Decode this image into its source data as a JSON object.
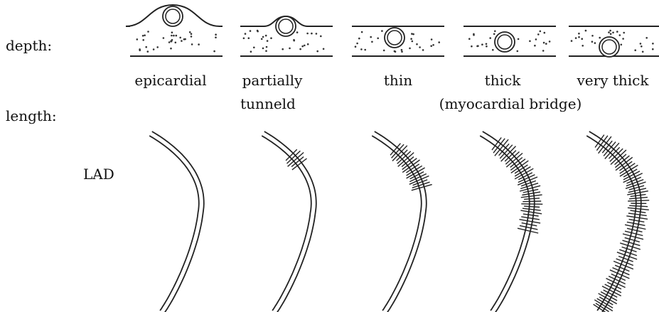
{
  "row_labels": {
    "depth": "depth:",
    "length": "length:"
  },
  "vessel_label": "LAD",
  "categories": [
    {
      "line1": "epicardial",
      "line2": ""
    },
    {
      "line1": "partially",
      "line2": "tunneld"
    },
    {
      "line1": "thin",
      "line2": ""
    },
    {
      "line1": "thick",
      "line2": ""
    },
    {
      "line1": "very thick",
      "line2": ""
    }
  ],
  "group_note": "(myocardial bridge)"
}
